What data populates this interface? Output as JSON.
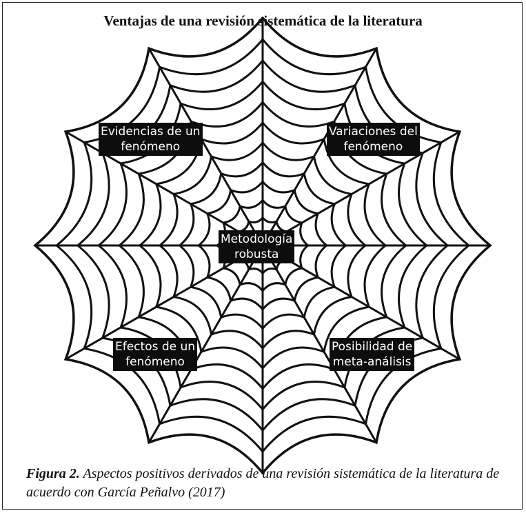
{
  "title": "Ventajas de una revisión sistemática de la literatura",
  "nodes": {
    "top_left": {
      "line1": "Evidencias de un",
      "line2": "fenómeno"
    },
    "top_right": {
      "line1": "Variaciones del",
      "line2": "fenómeno"
    },
    "center": {
      "line1": "Metodología",
      "line2": "robusta"
    },
    "bottom_left": {
      "line1": "Efectos de un",
      "line2": "fenómeno"
    },
    "bottom_right": {
      "line1": "Posibilidad de",
      "line2": "meta-análisis"
    }
  },
  "caption": {
    "label": "Figura 2.",
    "text": " Aspectos positivos derivados de una revisión sistemática de la literatura de acuerdo con García Peñalvo (2017)"
  }
}
